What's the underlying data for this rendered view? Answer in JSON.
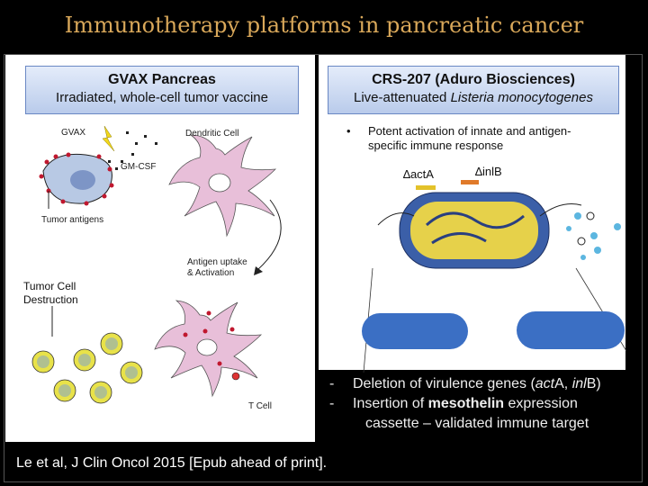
{
  "title": "Immunotherapy platforms in pancreatic cancer",
  "left": {
    "header_title": "GVAX Pancreas",
    "header_sub": "Irradiated, whole-cell tumor vaccine",
    "labels": {
      "gvax": "GVAX",
      "dendritic_cell": "Dendritic Cell",
      "gm_csf": "GM-CSF",
      "tumor_antigens": "Tumor antigens",
      "antigen_uptake_line1": "Antigen uptake",
      "antigen_uptake_line2": "& Activation",
      "tumor_cell_destruction_line1": "Tumor Cell",
      "tumor_cell_destruction_line2": "Destruction",
      "t_cell": "T Cell"
    }
  },
  "right": {
    "header_title": "CRS-207 (Aduro Biosciences)",
    "header_sub_prefix": "Live-attenuated ",
    "header_sub_italic": "Listeria monocytogenes",
    "bullet": "Potent activation of innate and antigen-specific immune response",
    "gene_acta": "∆actA",
    "gene_inlb": "∆inlB",
    "deletions": [
      {
        "dash": "-",
        "prefix": "Deletion of virulence genes (",
        "italic1": "act",
        "mid": "A, ",
        "italic2": "inl",
        "suffix": "B)"
      },
      {
        "dash": "-",
        "prefix": "Insertion of ",
        "bold": "mesothelin",
        "suffix": " expression"
      },
      {
        "cont": "cassette – validated immune target"
      }
    ]
  },
  "citation": "Le et al, J Clin Oncol 2015 [Epub ahead of print].",
  "colors": {
    "title": "#d9a85a",
    "header_fill": "#c9d6f0",
    "dendritic": "#e8bfd9",
    "tumor_cell": "#b8c9e4",
    "bacterium_outer": "#3b5fa8",
    "bacterium_inner": "#e6d14a",
    "dead_cell": "#e8e24a"
  }
}
